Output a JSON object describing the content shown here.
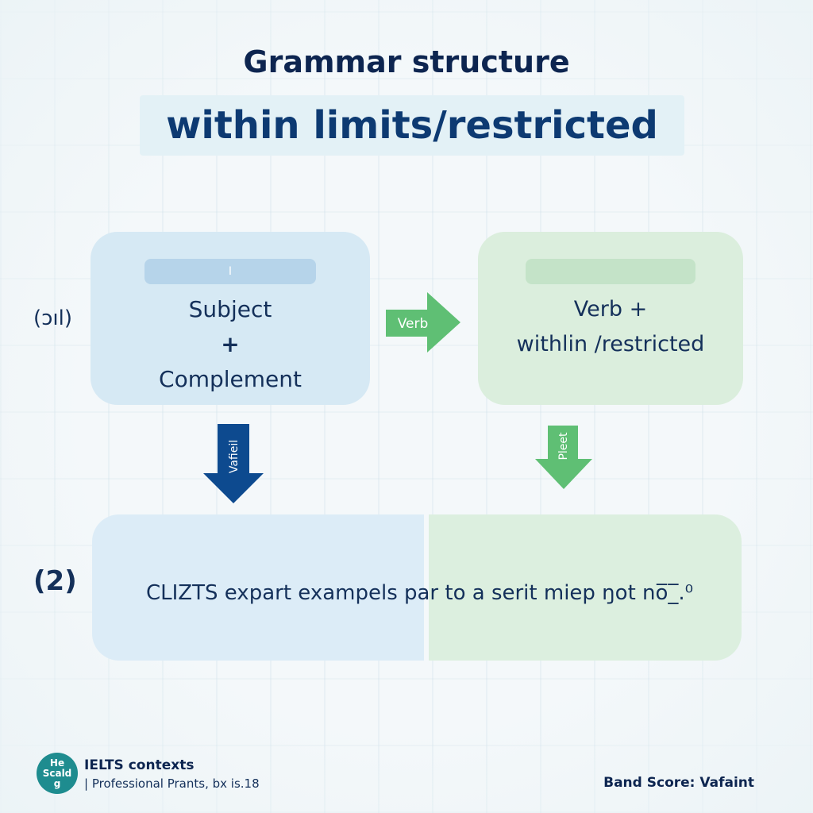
{
  "header": {
    "title": "Grammar structure",
    "subtitle": "within limits/restricted"
  },
  "step1": {
    "label": "(ɔıl)",
    "left_box": {
      "pill_text": "I",
      "line1": "Subject",
      "line2": "+",
      "line3": "Complement"
    },
    "arrow_label": "Verb",
    "right_box": {
      "pill_text": "",
      "line1": "Verb +",
      "line2": "withlin /restricted"
    },
    "down_arrow_left_label": "Vafieil",
    "down_arrow_right_label": "Pleet"
  },
  "step2": {
    "label": "(2)",
    "example_text": "CLIZTS expart exampels par to a serit miep ŋot no̅_̅.⁰"
  },
  "footer": {
    "logo_line1": "He",
    "logo_line2": "Scald",
    "logo_line3": "g",
    "title": "IELTS contexts",
    "subtitle": "| Professional Prants, bx is.18",
    "band_score": "Band Score: Vafaint"
  },
  "colors": {
    "blue_box": "#d6e9f4",
    "green_box": "#dbeedd",
    "arrow_green": "#5fbf74",
    "arrow_blue": "#0d4a8f",
    "title": "#0d2550"
  }
}
